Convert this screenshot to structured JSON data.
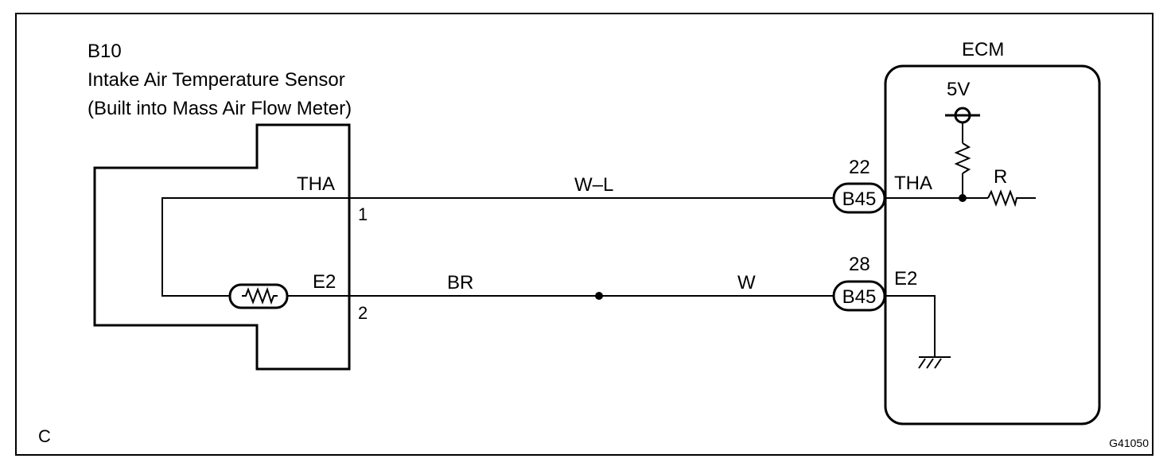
{
  "figure_id": "G41050",
  "corner_label": "C",
  "sensor": {
    "code": "B10",
    "name": "Intake Air Temperature Sensor",
    "detail": "(Built into Mass Air Flow Meter)",
    "pin1_signal": "THA",
    "pin1_number": "1",
    "pin2_signal": "E2",
    "pin2_number": "2"
  },
  "wires": {
    "top_color": "W–L",
    "bottom_left_color": "BR",
    "bottom_right_color": "W"
  },
  "ecm": {
    "title": "ECM",
    "supply_voltage": "5V",
    "connector_top": {
      "code": "B45",
      "pin": "22",
      "signal": "THA"
    },
    "connector_bottom": {
      "code": "B45",
      "pin": "28",
      "signal": "E2"
    },
    "internal_resistor_label": "R"
  }
}
